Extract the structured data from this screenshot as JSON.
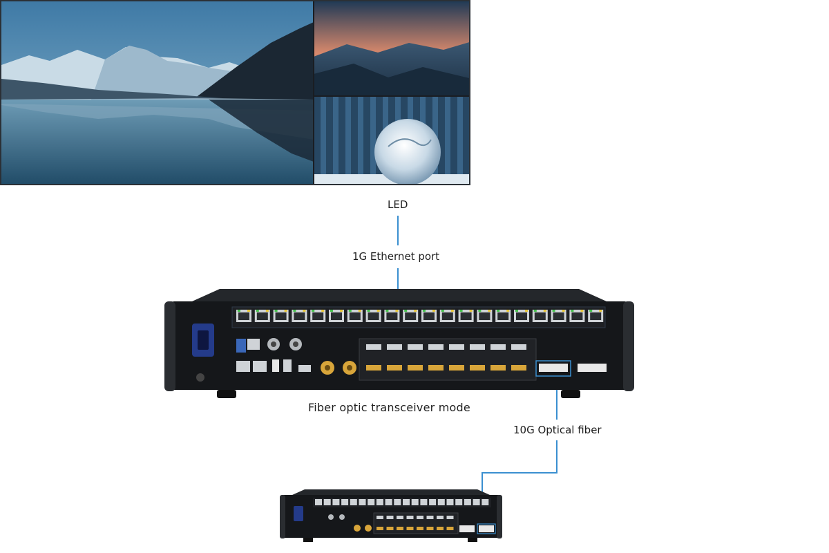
{
  "labels": {
    "led": "LED",
    "ethernet": "1G Ethernet port",
    "mode": "Fiber optic transceiver mode",
    "fiber": "10G Optical fiber"
  },
  "colors": {
    "wire": "#3a8fd0",
    "chassis": "#15171a",
    "port_panel": "#1e2024",
    "port_led_green": "#43c04a",
    "port_led_yellow": "#e6c53a",
    "gold": "#d8a53a",
    "power_blue": "#243b8a"
  },
  "icons": [
    "power-inlet-icon",
    "ethernet-port-icon",
    "hdmi-port-icon",
    "bnc-connector-icon",
    "usb-port-icon",
    "fiber-port-icon"
  ]
}
